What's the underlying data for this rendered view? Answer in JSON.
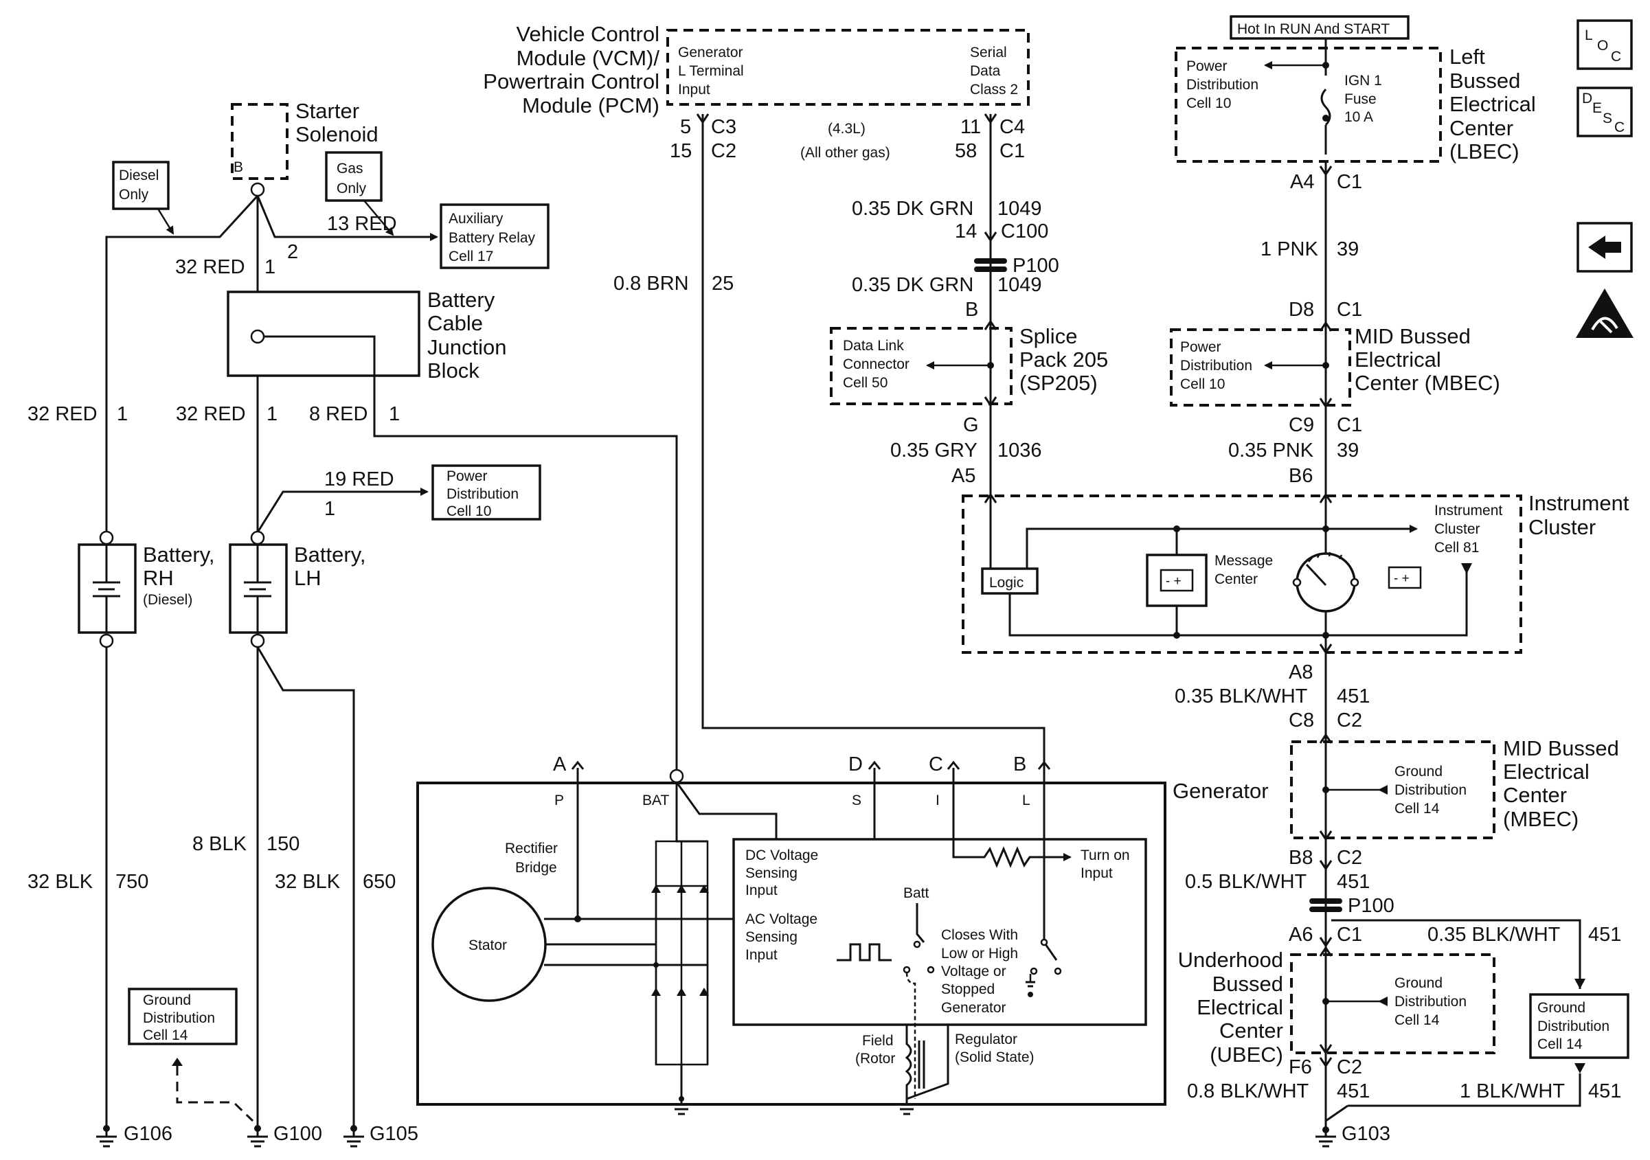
{
  "nav": {
    "loc_icon": "LOC",
    "desc_icon": "DESC",
    "back_icon": "back-arrow-icon",
    "esd_icon": "esd-warning-icon"
  },
  "modules": {
    "vcm_title": [
      "Vehicle Control",
      "Module (VCM)/",
      "Powertrain Control",
      "Module (PCM)"
    ],
    "vcm_gen_pin": [
      "Generator",
      "L Terminal",
      "Input"
    ],
    "vcm_serial_pin": [
      "Serial",
      "Data",
      "Class 2"
    ],
    "starter": [
      "Starter",
      "Solenoid"
    ],
    "starter_pin": "B",
    "battery_junction": [
      "Battery",
      "Cable",
      "Junction",
      "Block"
    ],
    "battery_rh": [
      "Battery,",
      "RH"
    ],
    "battery_rh_note": "(Diesel)",
    "battery_lh": [
      "Battery,",
      "LH"
    ],
    "lbec": [
      "Left",
      "Bussed",
      "Electrical",
      "Center",
      "(LBEC)"
    ],
    "lbec_hot": "Hot In RUN And START",
    "lbec_fuse": [
      "IGN 1",
      "Fuse",
      "10 A"
    ],
    "mbec_upper": [
      "MID Bussed",
      "Electrical",
      "Center (MBEC)"
    ],
    "mbec_lower": [
      "MID Bussed",
      "Electrical",
      "Center",
      "(MBEC)"
    ],
    "ubec": [
      "Underhood",
      "Bussed",
      "Electrical",
      "Center",
      "(UBEC)"
    ],
    "splice": [
      "Splice",
      "Pack 205",
      "(SP205)"
    ],
    "instrument": [
      "Instrument",
      "Cluster"
    ],
    "generator": "Generator"
  },
  "refs": {
    "diesel_only": [
      "Diesel",
      "Only"
    ],
    "gas_only": [
      "Gas",
      "Only"
    ],
    "aux_battery_relay": [
      "Auxiliary",
      "Battery Relay",
      "Cell 17"
    ],
    "power_dist_10": [
      "Power",
      "Distribution",
      "Cell 10"
    ],
    "data_link": [
      "Data Link",
      "Connector",
      "Cell 50"
    ],
    "inst_cluster_81": [
      "Instrument",
      "Cluster",
      "Cell 81"
    ],
    "ground_dist_14": [
      "Ground",
      "Distribution",
      "Cell 14"
    ],
    "message_center": [
      "Message",
      "Center"
    ],
    "logic": "Logic"
  },
  "wires": {
    "w13red": "13 RED",
    "w13red_pin": "2",
    "w32red_top": "32 RED",
    "w32red_top_pin": "1",
    "w32red_rh": "32 RED",
    "w32red_rh_pin": "1",
    "w32red_lh": "32 RED",
    "w32red_lh_pin": "1",
    "w8red": "8 RED",
    "w8red_pin": "1",
    "w19red": "19 RED",
    "w19red_pin": "1",
    "w32blk_750": "32 BLK",
    "w750": "750",
    "w8blk": "8 BLK",
    "w150": "150",
    "w32blk_650": "32 BLK",
    "w650": "650",
    "w08brn": "0.8 BRN",
    "w25": "25",
    "vcm_c3": "C3",
    "vcm_5": "5",
    "vcm_c2": "C2",
    "vcm_15": "15",
    "vcm_c4": "C4",
    "vcm_11": "11",
    "vcm_c1": "C1",
    "vcm_58": "58",
    "engine_43": "(4.3L)",
    "engine_other": "(All other gas)",
    "dkgrn_1": "0.35 DK GRN",
    "n1049_1": "1049",
    "c100_14": "14",
    "c100": "C100",
    "p100": "P100",
    "dkgrn_2": "0.35 DK GRN",
    "n1049_2": "1049",
    "sp_b": "B",
    "sp_g": "G",
    "gry": "0.35 GRY",
    "n1036": "1036",
    "a5": "A5",
    "a4": "A4",
    "c1_a": "C1",
    "pnk1": "1 PNK",
    "n39_1": "39",
    "d8": "D8",
    "c1_b": "C1",
    "c9": "C9",
    "c1_c": "C1",
    "pnk035": "0.35 PNK",
    "n39_2": "39",
    "b6": "B6",
    "a8": "A8",
    "blkwht035": "0.35 BLK/WHT",
    "n451_a": "451",
    "c8": "C8",
    "c2_a": "C2",
    "b8": "B8",
    "c2_b": "C2",
    "blkwht05": "0.5 BLK/WHT",
    "n451_b": "451",
    "p100_b": "P100",
    "a6": "A6",
    "c1_d": "C1",
    "blkwht035_b": "0.35 BLK/WHT",
    "n451_c": "451",
    "f6": "F6",
    "c2_c": "C2",
    "blkwht08": "0.8 BLK/WHT",
    "n451_d": "451",
    "blkwht1": "1 BLK/WHT",
    "n451_e": "451"
  },
  "generator": {
    "term_a": "A",
    "term_p": "P",
    "term_bat": "BAT",
    "term_d": "D",
    "term_s": "S",
    "term_c": "C",
    "term_i": "I",
    "term_b": "B",
    "term_l": "L",
    "rectifier": [
      "Rectifier",
      "Bridge"
    ],
    "stator": "Stator",
    "dc_sense": [
      "DC Voltage",
      "Sensing",
      "Input"
    ],
    "ac_sense": [
      "AC Voltage",
      "Sensing",
      "Input"
    ],
    "turn_on": [
      "Turn on",
      "Input"
    ],
    "batt": "Batt",
    "closes": [
      "Closes With",
      "Low or High",
      "Voltage or",
      "Stopped",
      "Generator"
    ],
    "field": [
      "Field",
      "(Rotor"
    ],
    "regulator": [
      "Regulator",
      "(Solid State)"
    ]
  },
  "grounds": {
    "g106": "G106",
    "g100": "G100",
    "g105": "G105",
    "g103": "G103"
  }
}
